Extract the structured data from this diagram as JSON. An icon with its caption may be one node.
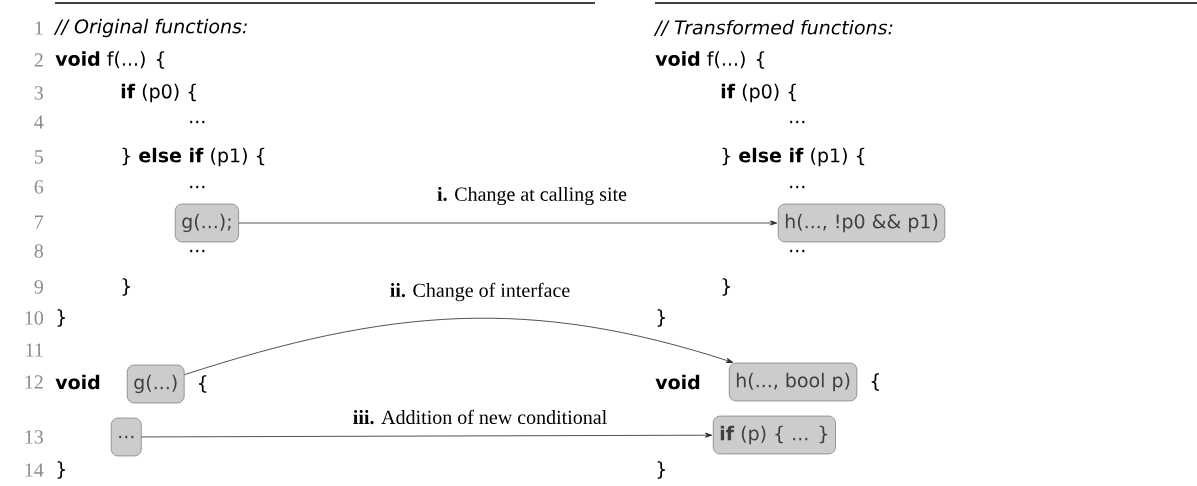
{
  "diagram": {
    "nodes": [
      {
        "text": [
          "g(...);"
        ]
      },
      {
        "text": [
          "h(..., !p0 && p1)"
        ]
      },
      {
        "text": [
          "g(...)"
        ]
      },
      {
        "text": [
          "h(..., bool p)"
        ]
      },
      {
        "text": [
          "..."
        ]
      },
      {
        "text": [
          "**if** (p) { ... }"
        ]
      }
    ],
    "edges": [
      {
        "from": 0,
        "to": 1,
        "arrow": "to",
        "label": "**i.** Change at calling site"
      },
      {
        "from": 2,
        "to": 3,
        "arrow": "to",
        "label": "**ii.** Change of interface"
      },
      {
        "from": 4,
        "to": 5,
        "arrow": "to",
        "label": "**iii.** Addition of new conditional"
      }
    ],
    "labels": [
      "1",
      "2",
      "3",
      "4",
      "5",
      "6",
      "7",
      "8",
      "9",
      "10",
      "11",
      "12",
      "13",
      "14",
      "// Original functions:",
      "**void** f(...) {",
      "**if** (p0) {",
      "...",
      "} **else if** (p1) {",
      "...",
      "...",
      "}",
      "}",
      "void",
      "{",
      "}",
      "// Transformed functions:",
      "**void** f(...) {",
      "**if** (p0) {",
      "...",
      "} **else if** (p1) {",
      "...",
      "...",
      "}",
      "}",
      "void",
      "{",
      "}"
    ]
  }
}
